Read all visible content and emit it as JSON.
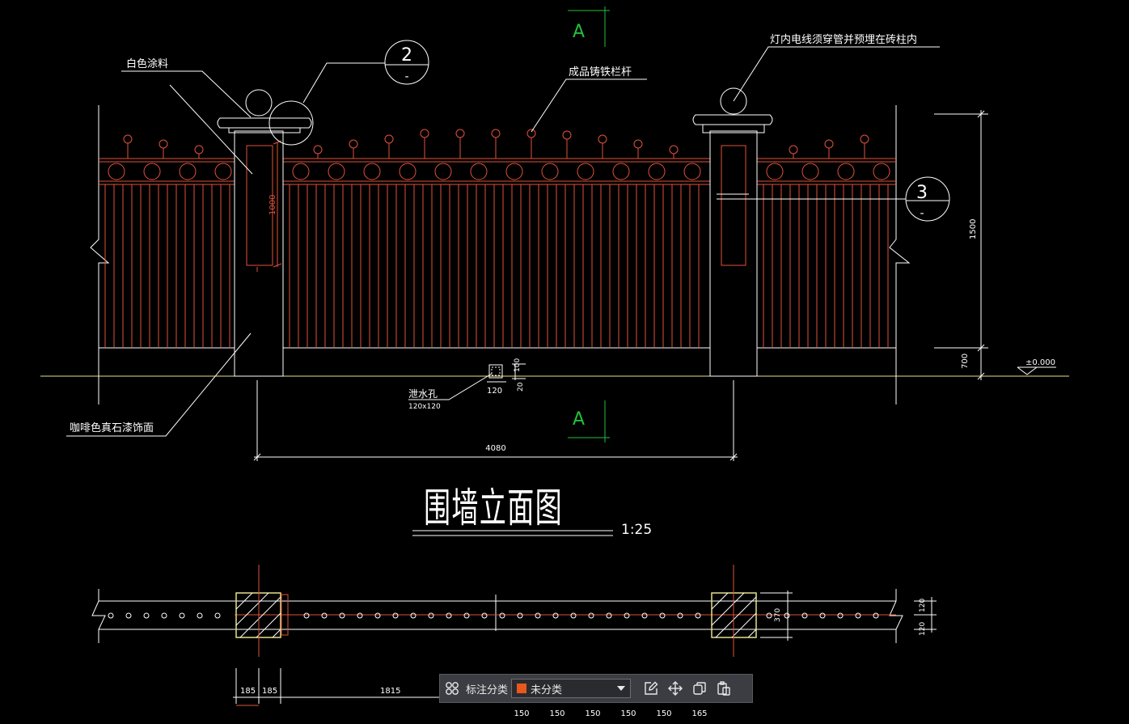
{
  "drawing": {
    "title": "围墙立面图",
    "scale": "1:25",
    "section_marker": "A",
    "callouts": {
      "top": "2",
      "right": "3",
      "sub": "-"
    },
    "labels": {
      "white_paint": "白色涂料",
      "iron_railing": "成品铸铁栏杆",
      "lamp_wire": "灯内电线须穿管并预埋在砖柱内",
      "stone_finish": "咖啡色真石漆饰面",
      "drain_hole": "泄水孔",
      "drain_size": "120x120"
    },
    "dimensions": {
      "panel_height": "1000",
      "wall_height": "1500",
      "base_height": "700",
      "elevation_mark": "±0.000",
      "hole_w": "120",
      "hole_h": "100",
      "hole_gap": "20",
      "span": "4080",
      "pier_a": "185",
      "pier_b": "185",
      "bay": "1815",
      "plan_370": "370",
      "plan_120a": "120",
      "plan_120b": "120",
      "bottom_ticks": [
        "150",
        "150",
        "150",
        "150",
        "150",
        "165"
      ]
    }
  },
  "colors": {
    "background": "#000000",
    "white_line": "#ffffff",
    "red_line": "#e0523a",
    "yellow_line": "#e6e08a",
    "green_line": "#22c03a",
    "toolbar_bg": "#3b3d42",
    "category_swatch": "#e8571c"
  },
  "toolbar": {
    "icons": [
      "grid-icon",
      "edit-icon",
      "move-icon",
      "copy-icon",
      "paste-icon"
    ],
    "category_label": "标注分类",
    "category_value": "未分类"
  }
}
